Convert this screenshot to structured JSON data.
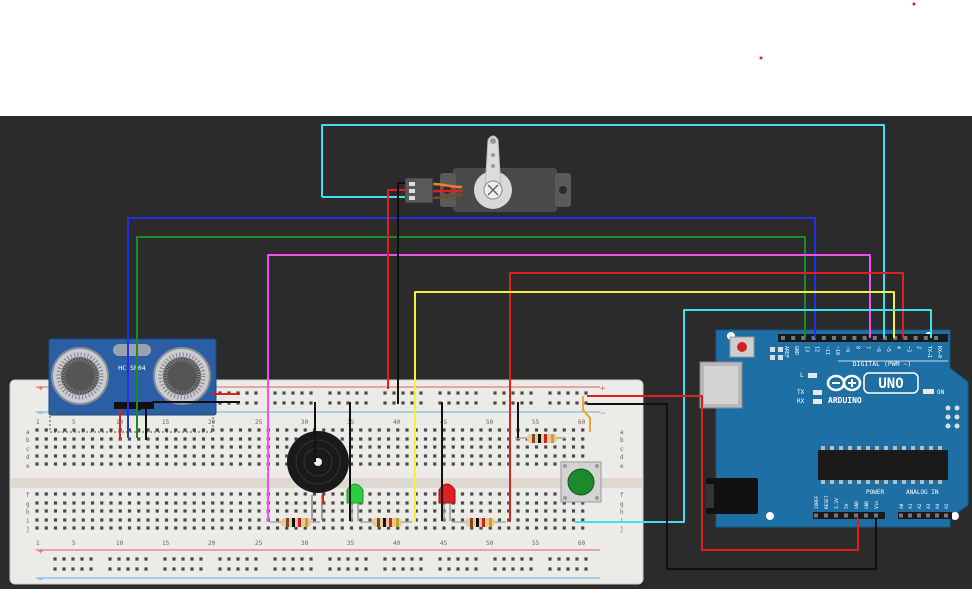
{
  "sensor": {
    "model": "HC-SR04"
  },
  "breadboard": {
    "column_numbers": [
      "1",
      "5",
      "10",
      "15",
      "20",
      "25",
      "30",
      "35",
      "40",
      "45",
      "50",
      "55",
      "60"
    ],
    "row_letters_top": [
      "a",
      "b",
      "c",
      "d",
      "e"
    ],
    "row_letters_bottom": [
      "f",
      "g",
      "h",
      "i",
      "j"
    ],
    "rail_plus": "+",
    "rail_minus": "−"
  },
  "arduino": {
    "logo_text": "ARDUINO",
    "uno_text": "UNO",
    "digital_label": "DIGITAL (PWM ~)",
    "power_label": "POWER",
    "analog_label": "ANALOG IN",
    "on_label": "ON",
    "tx_label": "TX",
    "rx_label": "RX",
    "l_label": "L",
    "digital_pins": [
      "AREF",
      "GND",
      "13",
      "12",
      "~11",
      "~10",
      "~9",
      "8",
      "7",
      "~6",
      "~5",
      "4",
      "~3",
      "2",
      "TX→1",
      "RX←0"
    ],
    "power_pins": [
      "IOREF",
      "RESET",
      "3.3V",
      "5V",
      "GND",
      "GND",
      "Vin"
    ],
    "analog_pins": [
      "A0",
      "A1",
      "A2",
      "A3",
      "A4",
      "A5"
    ]
  },
  "colors": {
    "background": "#2b2b2b",
    "board_blue": "#1e6fa3",
    "wire_cyan": "#40e0ee",
    "wire_blue": "#2233dd",
    "wire_green": "#1a8a2a",
    "wire_magenta": "#f050f0",
    "wire_red": "#e02020",
    "wire_yellow": "#f5f03a",
    "wire_black": "#111111",
    "wire_orange": "#f0a020"
  }
}
